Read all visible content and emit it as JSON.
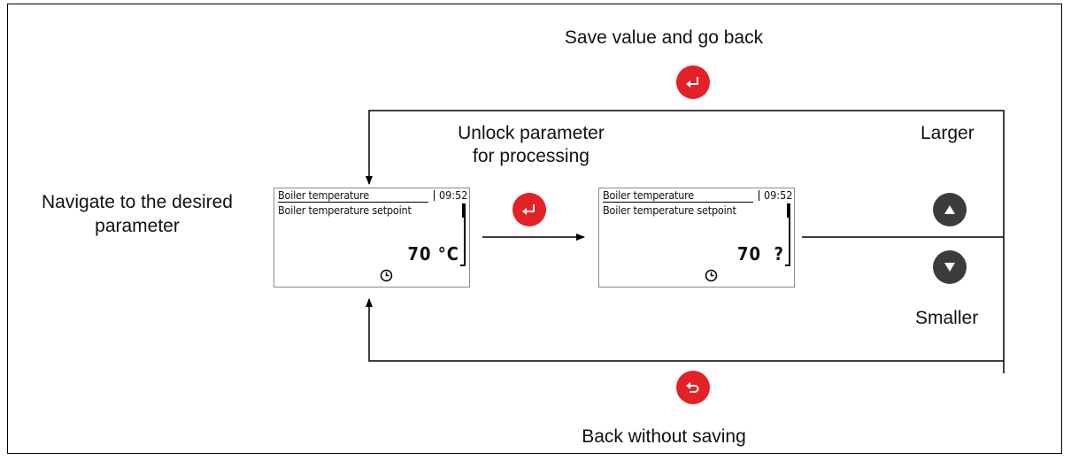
{
  "labels": {
    "save_and_back": "Save value and go back",
    "unlock_line1": "Unlock parameter",
    "unlock_line2": "for processing",
    "larger": "Larger",
    "navigate_line1": "Navigate to the desired",
    "navigate_line2": "parameter",
    "smaller": "Smaller",
    "back_without_saving": "Back without saving"
  },
  "screens": [
    {
      "header": "Boiler temperature",
      "time": "09:52",
      "subtitle": "Boiler temperature setpoint",
      "value": "70 °C",
      "icon": "clock-icon"
    },
    {
      "header": "Boiler temperature",
      "time": "09:52",
      "subtitle": "Boiler temperature setpoint",
      "value": "70  ?",
      "icon": "clock-icon"
    }
  ],
  "buttons": {
    "save": {
      "icon": "enter-icon",
      "color": "#e42126"
    },
    "unlock": {
      "icon": "enter-icon",
      "color": "#e42126"
    },
    "up": {
      "icon": "triangle-up-icon",
      "color": "#3c3c3c"
    },
    "down": {
      "icon": "triangle-down-icon",
      "color": "#3c3c3c"
    },
    "back": {
      "icon": "return-icon",
      "color": "#e42126"
    }
  }
}
